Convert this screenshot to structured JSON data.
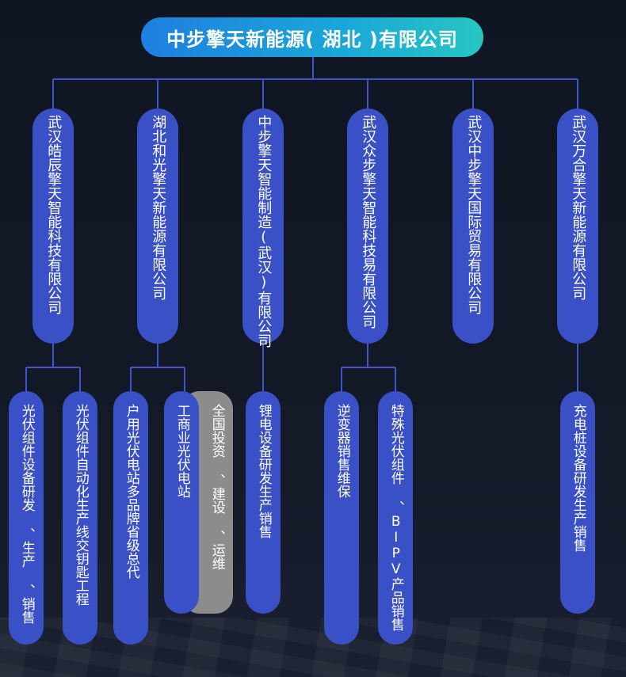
{
  "root": {
    "title": "中步擎天新能源( 湖北 )有限公司"
  },
  "companies": [
    {
      "name": "武汉皓辰擎天智能科技有限公司"
    },
    {
      "name": "湖北和光擎天新能源有限公司"
    },
    {
      "name": "中步擎天智能制造(武汉)有限公司"
    },
    {
      "name": "武汉众步擎天智能科技易有限公司"
    },
    {
      "name": "武汉中步擎天国际贸易有限公司"
    },
    {
      "name": "武汉万合擎天新能源有限公司"
    }
  ],
  "businesses": [
    {
      "name": "光伏组件设备研发 、生产 、销售"
    },
    {
      "name": "光伏组件自动化生产线交钥匙工程"
    },
    {
      "name": "户用光伏电站多品牌省级总代"
    },
    {
      "name": "工商业光伏电站"
    },
    {
      "name": "全国投资 、建设 、运维"
    },
    {
      "name": "锂电设备研发生产销售"
    },
    {
      "name": "逆变器销售维保"
    },
    {
      "name": "特殊光伏组件 、BIPV产品销售"
    },
    {
      "name": "充电桩设备研发生产销售"
    }
  ],
  "colors": {
    "root_gradient": [
      "#1e7fe0",
      "#27c6c2"
    ],
    "pill": "#3a50c6",
    "pill_gray": "#8c8c8c",
    "connector": "#3f55c8"
  }
}
